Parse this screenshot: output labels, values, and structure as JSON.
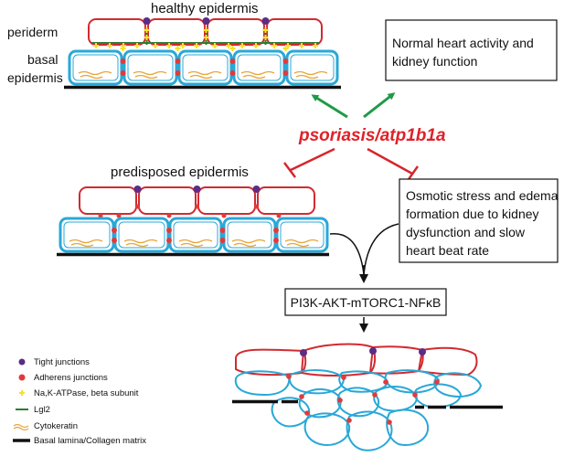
{
  "colors": {
    "periderm": "#d22a30",
    "basal": "#29a8d8",
    "tight": "#5b2d86",
    "adherens": "#e23a3a",
    "atpase": "#f5e22a",
    "lgl2": "#2e7d32",
    "cytokeratin": "#e8a53c",
    "lamina": "#111111",
    "activate": "#1f9a48",
    "inhibit": "#d7262c"
  },
  "labels": {
    "healthy_title": "healthy epidermis",
    "periderm": "periderm",
    "basal_line1": "basal",
    "basal_line2": "epidermis",
    "predisposed_title": "predisposed epidermis",
    "drug": "psoriasis/atp1b1a"
  },
  "boxes": {
    "normal": [
      "Normal heart activity and",
      "kidney function"
    ],
    "stress": [
      "Osmotic stress and edema",
      "formation due to kidney",
      "dysfunction and slow",
      "heart beat rate"
    ],
    "pathway": "PI3K-AKT-mTORC1-NFκB"
  },
  "legend": [
    {
      "label": "Tight junctions",
      "icon": "purple-dot-icon"
    },
    {
      "label": "Adherens junctions",
      "icon": "red-dot-icon"
    },
    {
      "label": "Na,K-ATPase, beta subunit",
      "icon": "yellow-plus-icon"
    },
    {
      "label": "Lgl2",
      "icon": "green-line-icon"
    },
    {
      "label": "Cytokeratin",
      "icon": "orange-wave-icon"
    },
    {
      "label": "Basal lamina/Collagen matrix",
      "icon": "black-bar-icon"
    }
  ]
}
